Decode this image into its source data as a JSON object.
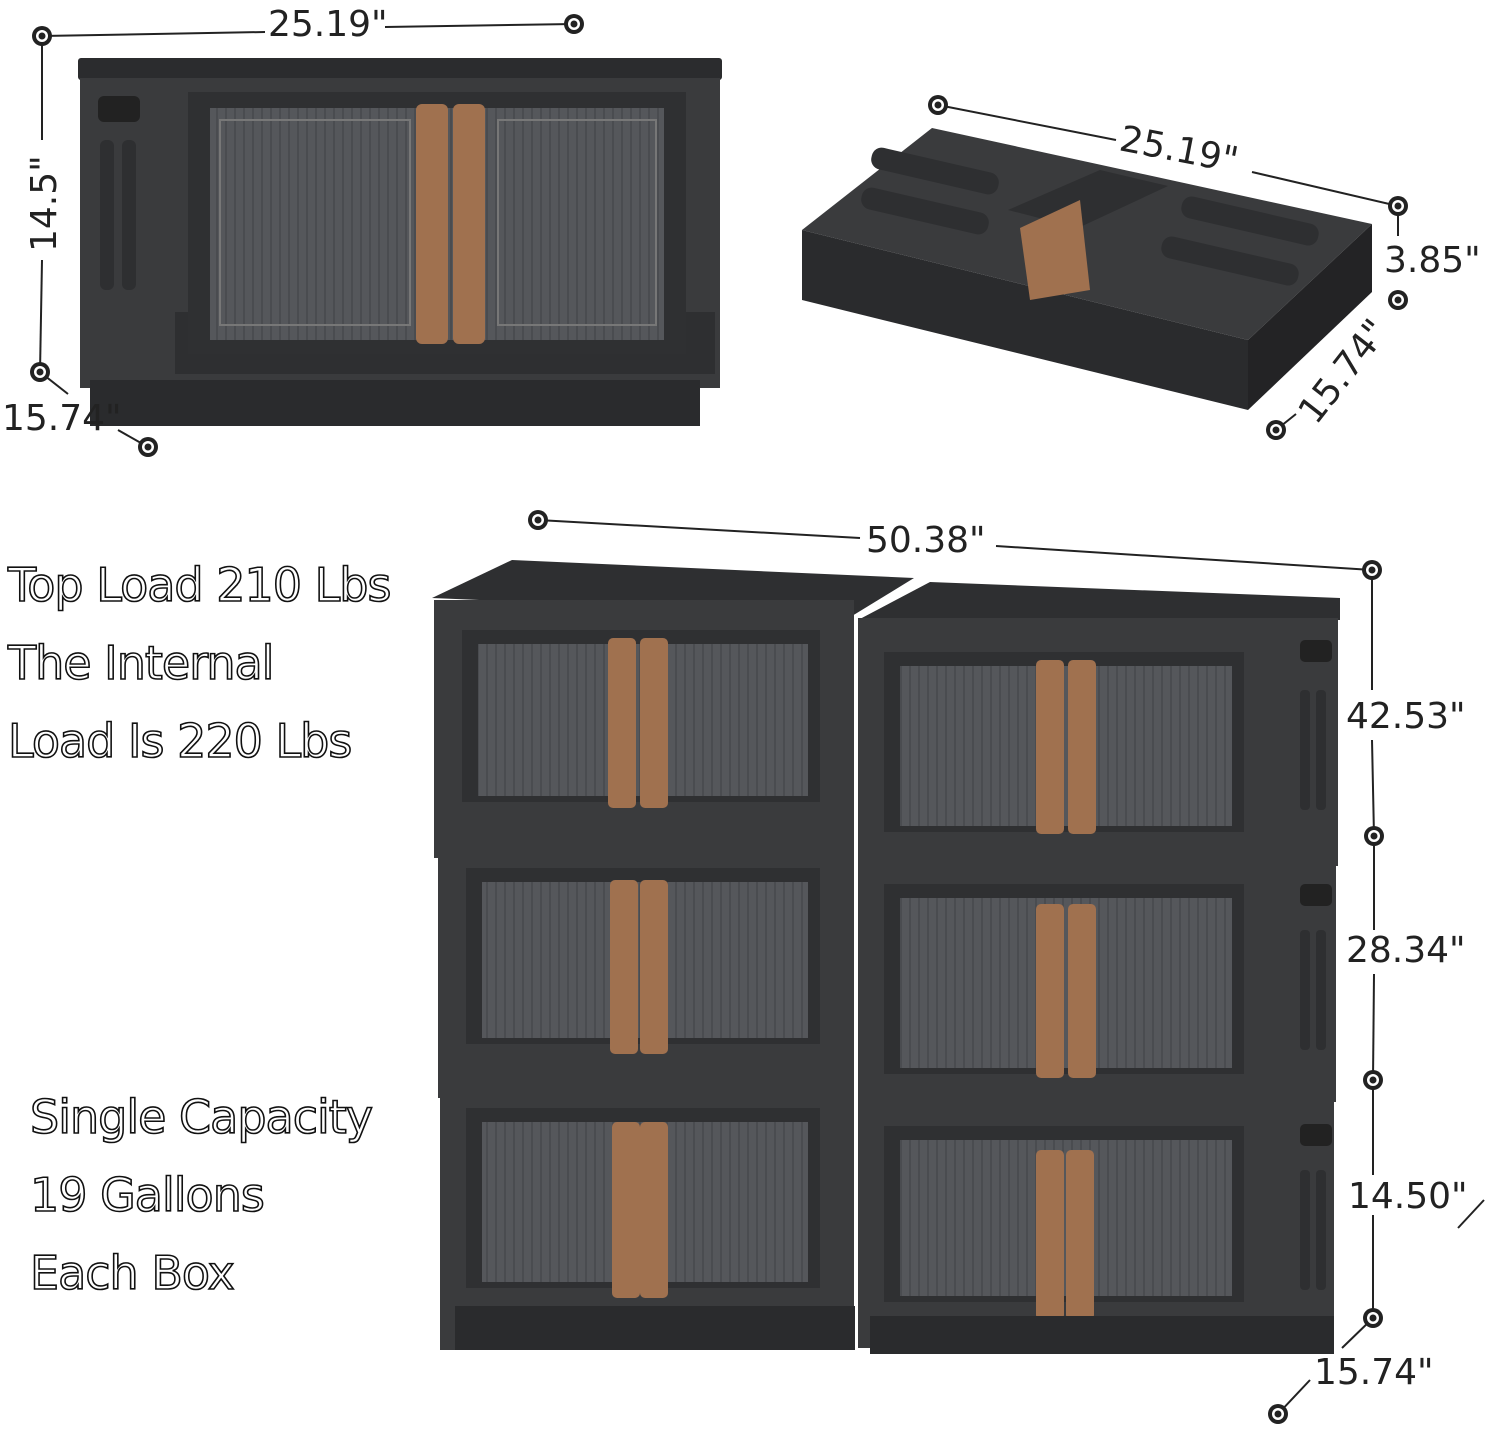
{
  "colors": {
    "box": "#3a3b3d",
    "box_dark": "#232325",
    "door": "#5a5b5e",
    "handle": "#a0714f",
    "line": "#222222"
  },
  "dimensions": {
    "single_width": "25.19\"",
    "single_height": "14.5\"",
    "single_depth": "15.74\"",
    "folded_width": "25.19\"",
    "folded_height": "3.85\"",
    "folded_depth": "15.74\"",
    "stack_width": "50.38\"",
    "stack_h3": "42.53\"",
    "stack_h2": "28.34\"",
    "stack_h1": "14.50\"",
    "stack_depth": "15.74\""
  },
  "load_text": [
    "Top Load 210 Lbs",
    "The Internal",
    "Load Is 220 Lbs"
  ],
  "capacity_text": [
    "Single Capacity",
    "19  Gallons",
    "Each Box"
  ]
}
